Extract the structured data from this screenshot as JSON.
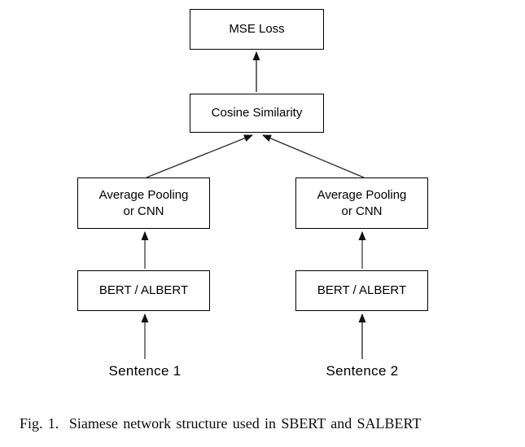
{
  "figure": {
    "caption": "Fig. 1.  Siamese network structure used in SBERT and SALBERT",
    "nodes": {
      "mse_loss": "MSE Loss",
      "cosine_similarity": "Cosine Similarity",
      "avg_pool_left": "Average Pooling\nor CNN",
      "avg_pool_right": "Average Pooling\nor CNN",
      "bert_left": "BERT / ALBERT",
      "bert_right": "BERT / ALBERT",
      "input_left": "Sentence 1",
      "input_right": "Sentence 2"
    },
    "colors": {
      "background": "#ffffff",
      "box_border": "#000000",
      "arrow_line": "#3d3d3d",
      "arrow_head": "#111111",
      "text": "#000000"
    }
  }
}
